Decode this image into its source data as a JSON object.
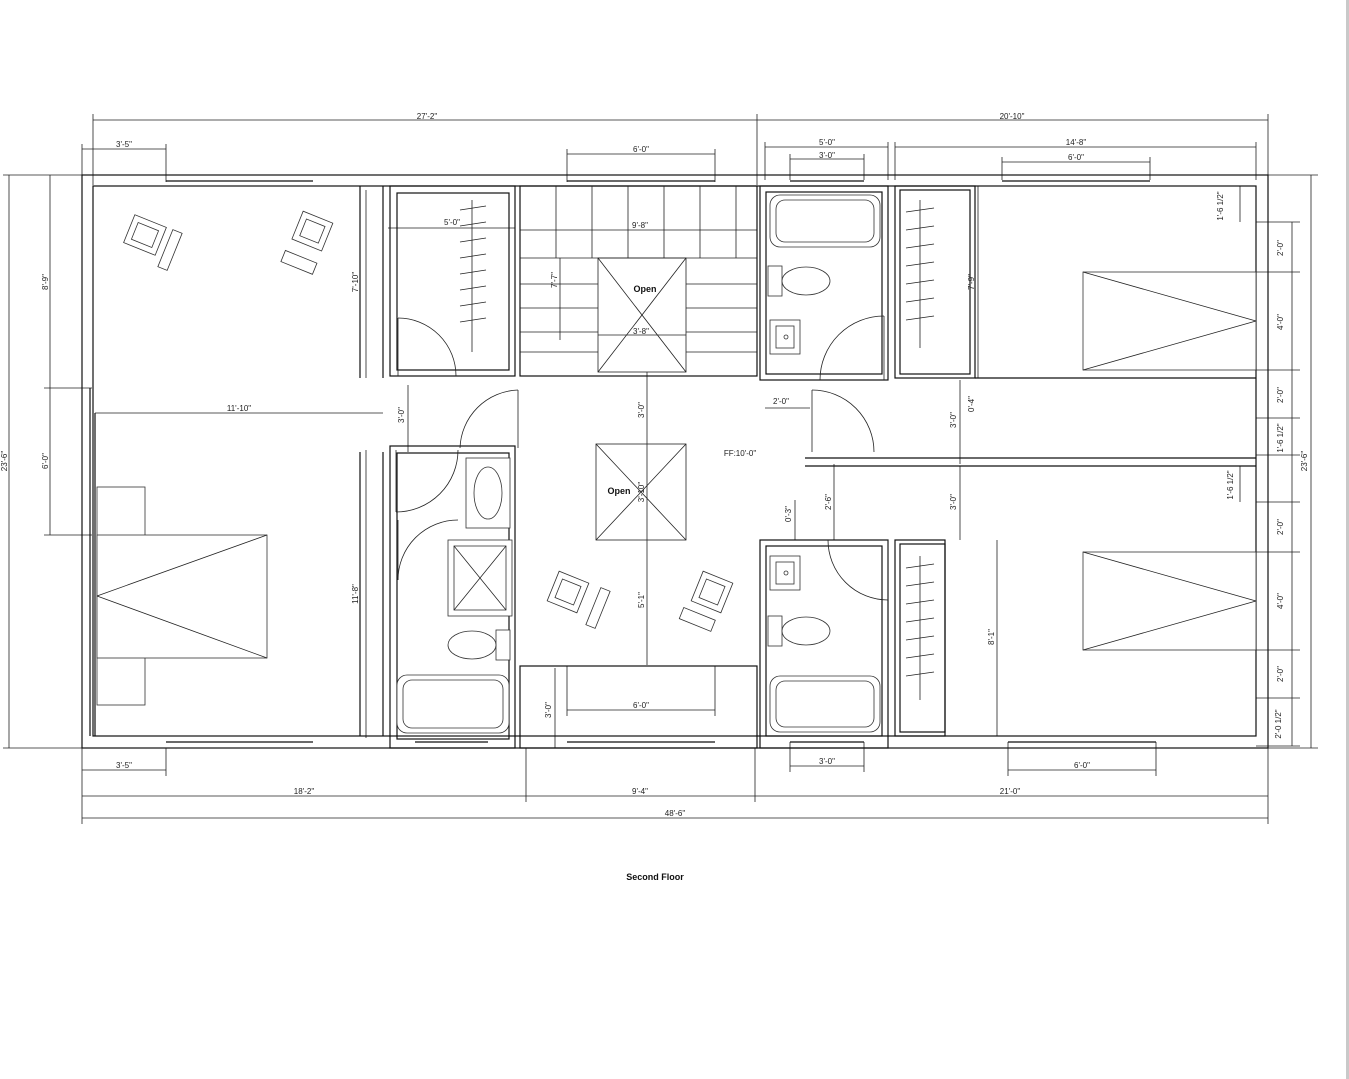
{
  "title": "Second Floor",
  "labels": {
    "open_upper": "Open",
    "open_lower": "Open",
    "floor_finish": "FF:10'-0\""
  },
  "dims": {
    "top_overall_left": "27'-2\"",
    "top_overall_right": "20'-10\"",
    "top_win_left": "3'-5\"",
    "top_stair_win": "6'-0\"",
    "top_bath_outer": "5'-0\"",
    "top_bath_win": "3'-0\"",
    "top_bed_right": "14'-8\"",
    "top_bed_win": "6'-0\"",
    "closet_5": "5'-0\"",
    "stair_9_8": "9'-8\"",
    "stair_7_7": "7'-7\"",
    "stair_3_8": "3'-8\"",
    "left_7_10": "7'-10\"",
    "right_7_9": "7'-9\"",
    "left_8_9": "8'-9\"",
    "left_6_0": "6'-0\"",
    "left_23_6": "23'-6\"",
    "right_23_6": "23'-6\"",
    "room_11_10": "11'-10\"",
    "hall_3_0_left": "3'-0\"",
    "hall_3_0_mid": "3'-0\"",
    "open_3_10": "3'-10\"",
    "hall_5_1": "5'-1\"",
    "door_2_0": "2'-0\"",
    "wall_0_4": "0'-4\"",
    "hall_3_0_r1": "3'-0\"",
    "hall_3_0_r2": "3'-0\"",
    "door_2_6": "2'-6\"",
    "wall_0_3": "0'-3\"",
    "left_11_8": "11'-8\"",
    "right_8_1": "8'-1\"",
    "bot_3_0_v": "3'-0\"",
    "bot_stair_win": "6'-0\"",
    "bot_bath_win": "3'-0\"",
    "bot_bed_win": "6'-0\"",
    "bot_win_left": "3'-5\"",
    "bot_18_2": "18'-2\"",
    "bot_9_4": "9'-4\"",
    "bot_21_0": "21'-0\"",
    "bot_48_6": "48'-6\"",
    "r_1_6_a": "1'-6 1/2\"",
    "r_2_0_a": "2'-0\"",
    "r_4_0_a": "4'-0\"",
    "r_2_0_b": "2'-0\"",
    "r_1_6_b": "1'-6 1/2\"",
    "r_1_6_c": "1'-6 1/2\"",
    "r_2_0_c": "2'-0\"",
    "r_4_0_b": "4'-0\"",
    "r_2_0_d": "2'-0\"",
    "r_2_0_e": "2'-0 1/2\""
  },
  "colors": {
    "line": "#111111",
    "background": "#ffffff"
  }
}
